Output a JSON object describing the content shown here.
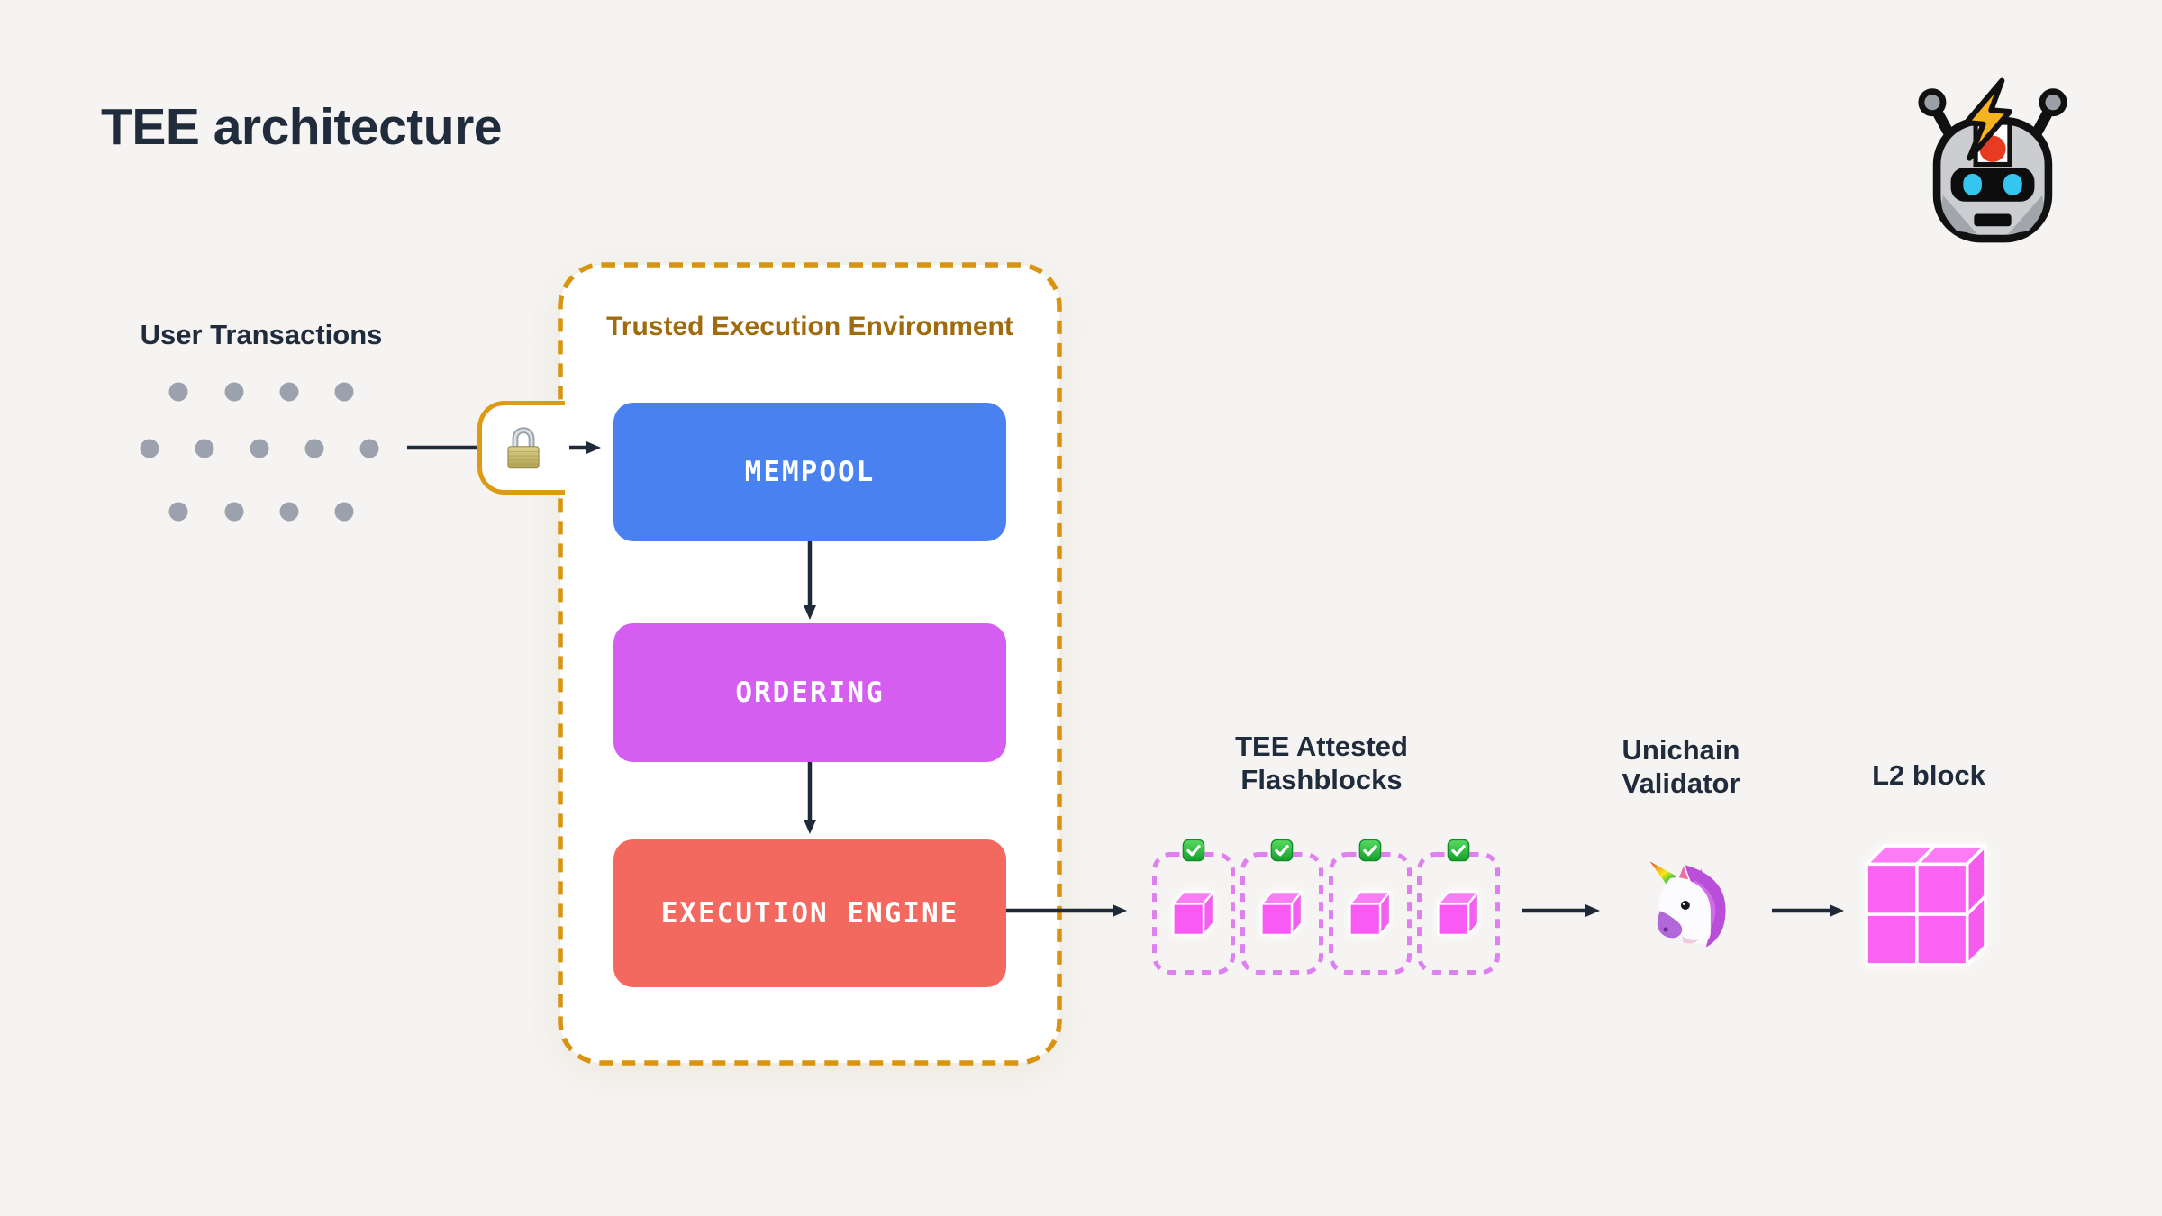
{
  "page": {
    "title": "TEE architecture",
    "background_color": "#f5f4f2"
  },
  "header": {
    "logo_icon": "flashbots-robot-icon"
  },
  "user_transactions": {
    "label": "User Transactions",
    "dot_count": 13,
    "dot_color": "#9ba2ae"
  },
  "tee": {
    "label": "Trusted Execution Environment",
    "label_color": "#a06b0d",
    "border_color": "#d8940f",
    "lock_icon": "padlock-icon",
    "stages": [
      {
        "label": "MEMPOOL",
        "color": "#4a81f0"
      },
      {
        "label": "ORDERING",
        "color": "#d55ef0"
      },
      {
        "label": "EXECUTION ENGINE",
        "color": "#f4695f"
      }
    ]
  },
  "flashblocks": {
    "label_line1": "TEE Attested",
    "label_line2": "Flashblocks",
    "count": 4,
    "box_border_color": "#e07ff0",
    "check_icon": "verified-check-icon",
    "cube_icon": "flashblock-cube-icon",
    "cube_color": "#f95af4"
  },
  "validator": {
    "label_line1": "Unichain",
    "label_line2": "Validator",
    "icon": "unicorn-icon"
  },
  "l2_block": {
    "label": "L2 block",
    "cube_icon": "l2-block-cube-icon",
    "cube_color": "#fa63f3"
  },
  "colors": {
    "text_dark": "#202b3b",
    "arrow": "#1f2937"
  }
}
